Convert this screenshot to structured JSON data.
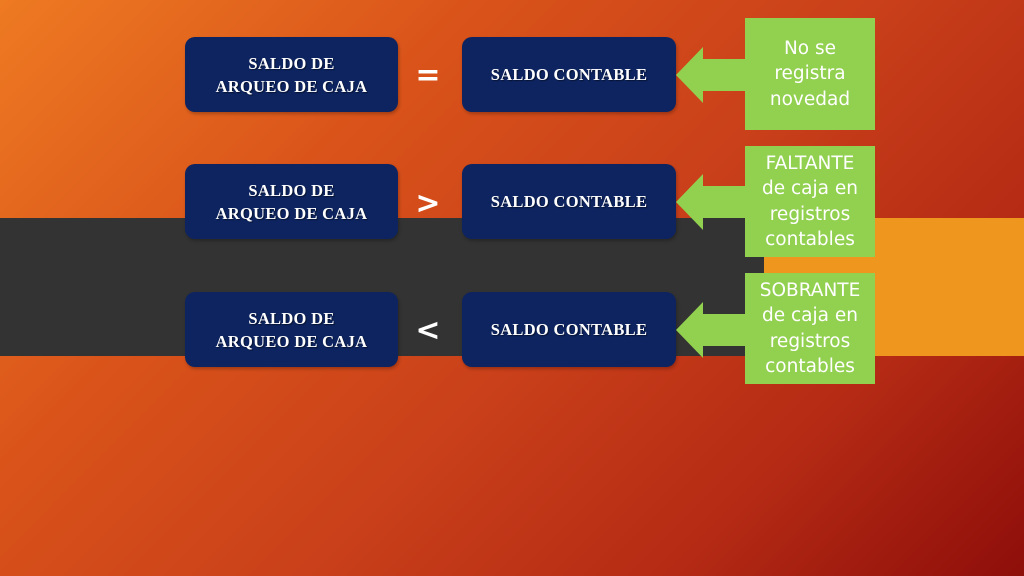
{
  "rows": [
    {
      "left_label": "SALDO DE\nARQUEO DE CAJA",
      "operator": "=",
      "right_label": "SALDO CONTABLE",
      "note": "No se\nregistra\nnovedad"
    },
    {
      "left_label": "SALDO DE\nARQUEO DE CAJA",
      "operator": ">",
      "right_label": "SALDO CONTABLE",
      "note": "FALTANTE\nde caja en\nregistros\ncontables"
    },
    {
      "left_label": "SALDO DE\nARQUEO DE CAJA",
      "operator": "<",
      "right_label": "SALDO CONTABLE",
      "note": "SOBRANTE\nde caja en\nregistros\ncontables"
    }
  ],
  "colors": {
    "box_fill": "#0d2460",
    "note_fill": "#92d050",
    "dark_band": "#333333",
    "accent_band": "#ef961f",
    "background_start": "#ee7a22",
    "background_end": "#8e0e0a"
  }
}
